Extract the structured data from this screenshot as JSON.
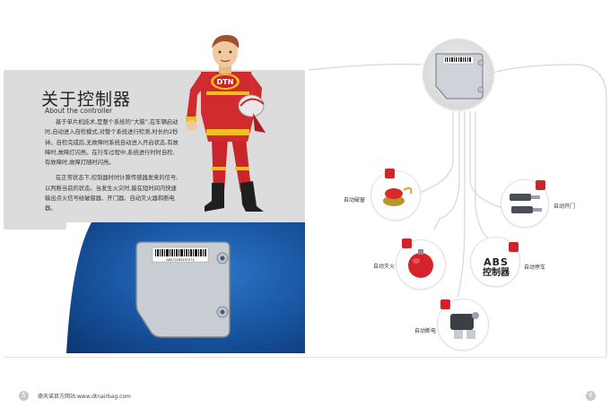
{
  "left_page": {
    "title": "关于控制器",
    "subtitle": "About the controller",
    "paragraphs": [
      "基于单片机技术,是整个系统的“大脑”,在车辆启动时,自动进入自检模式,对整个系统进行检测,时长约2秒钟。自检完成后,无故障时系统自动进入开启状态,有故障时,故障灯闪亮。在行车过程中,系统进行时时自检,有故障时,故障灯随时闪亮。",
      "在正常状态下,控制器时时计算传感器发来的信号,以判断当前的状态。当发生火灾时,能在短时间内快速输出点火信号给破窗器、开门器、自动灭火器和断电器。"
    ],
    "hero_logo": "DTN",
    "controller_label": "ABS72265497074",
    "page_number": "5"
  },
  "footer": {
    "website": "德天诺官方网站:www.dtnairbag.com"
  },
  "right_page": {
    "page_number": "6",
    "abs": {
      "line1": "ABS",
      "line2": "控制器"
    },
    "components": [
      {
        "label": "自动破窗",
        "icon": "window-breaker-icon"
      },
      {
        "label": "自动开门",
        "icon": "door-opener-icon"
      },
      {
        "label": "自动灭火",
        "icon": "fire-extinguisher-icon"
      },
      {
        "label": "自动停车",
        "icon": "parking-icon"
      },
      {
        "label": "自动断电",
        "icon": "power-cutoff-icon"
      }
    ]
  },
  "colors": {
    "accent_red": "#d0232a",
    "panel_grey": "#dcdcdc",
    "panel_blue": "#17539e"
  }
}
